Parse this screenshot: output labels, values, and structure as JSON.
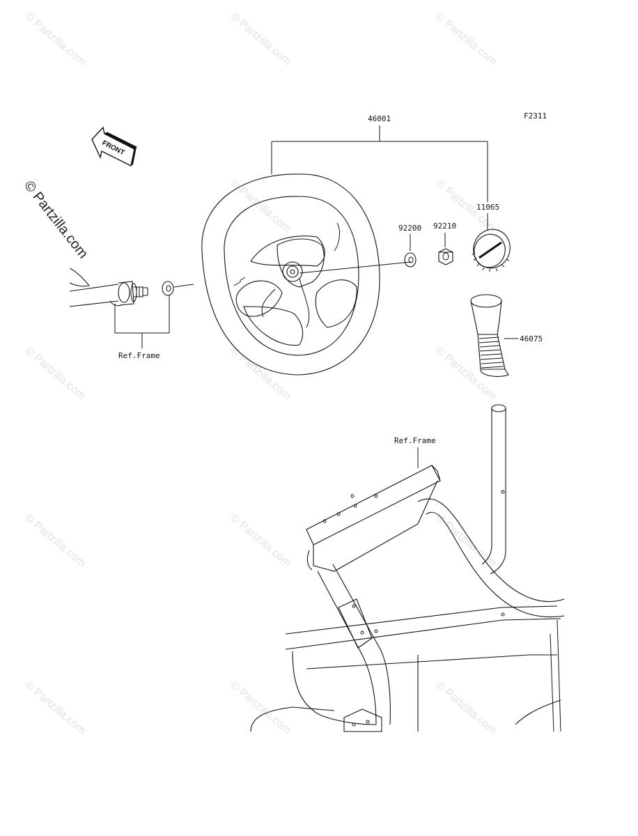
{
  "figure_code": "F2311",
  "front_arrow_label": "FRONT",
  "side_watermark": "© Partzilla.com",
  "watermark_text": "© Partzilla.com",
  "parts": {
    "steering_wheel_assembly": "46001",
    "washer": "92200",
    "nut": "92210",
    "cap": "11065",
    "steering_shaft": "46075",
    "ref_frame_upper": "Ref.Frame",
    "ref_frame_lower": "Ref.Frame"
  }
}
